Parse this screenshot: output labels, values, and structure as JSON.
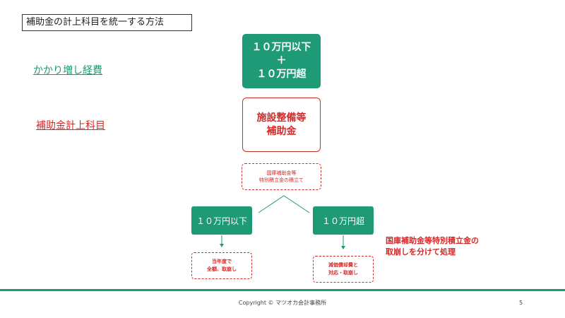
{
  "title": "補助金の計上科目を統一する方法",
  "labels": {
    "kakari": "かかり増し経費",
    "kamoku": "補助金計上科目"
  },
  "top_box": {
    "line1": "１０万円以下",
    "line2": "＋",
    "line3": "１０万円超"
  },
  "subsidy_box": {
    "line1": "施設整備等",
    "line2": "補助金"
  },
  "reserve_box": {
    "line1": "国庫補助金等",
    "line2": "特別積立金の積立て"
  },
  "left_box": "１０万円以下",
  "right_box": "１０万円超",
  "left_note": {
    "line1": "当年度で",
    "line2": "全額、取崩し"
  },
  "right_note": {
    "line1": "減価償却費と",
    "line2": "対応・取崩し"
  },
  "side_note": {
    "line1": "国庫補助金等特別積立金の",
    "line2": "取崩しを分けて処理"
  },
  "footer": {
    "copyright": "Copyright © マツオカ会計事務所",
    "page": "5"
  },
  "colors": {
    "accent_green": "#1e9a76",
    "accent_red": "#d42a2a"
  }
}
